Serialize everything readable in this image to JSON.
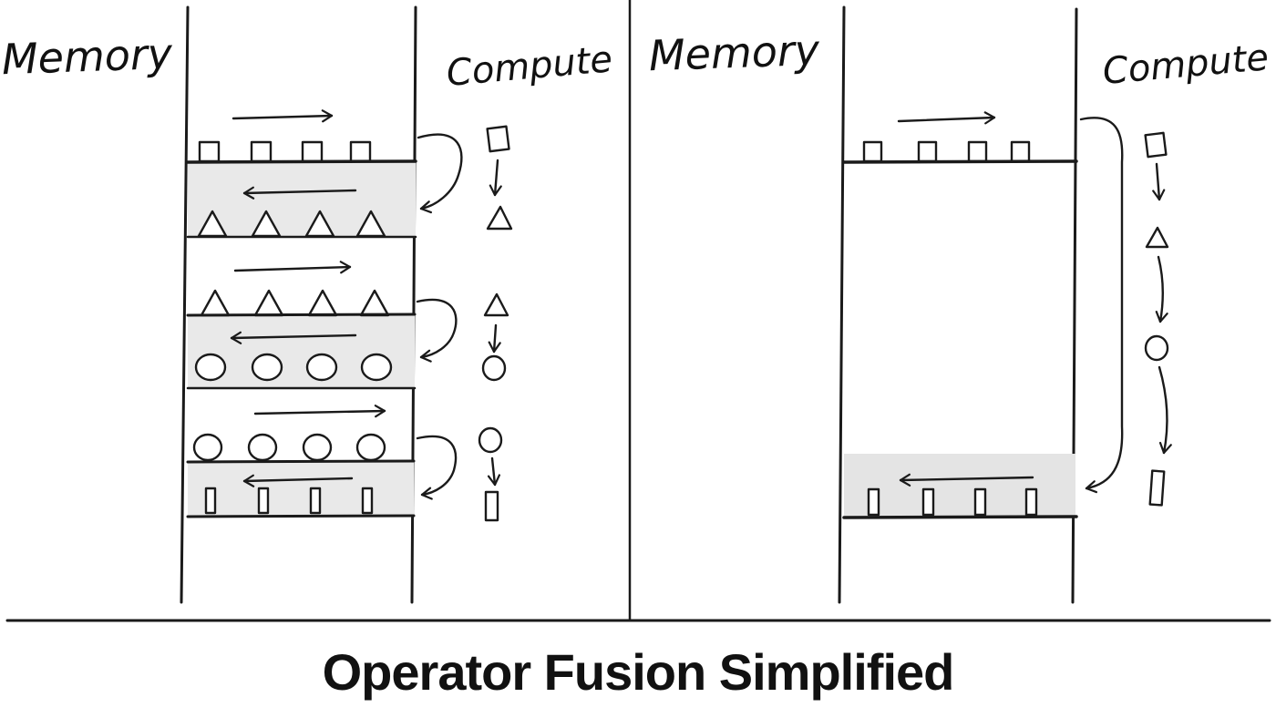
{
  "title": "Operator Fusion Simplified",
  "left_panel": {
    "name": "unfused-operations",
    "memory_label": "Memory",
    "compute_label": "Compute",
    "operations": [
      {
        "read_shape": "square",
        "write_shape": "triangle"
      },
      {
        "read_shape": "triangle",
        "write_shape": "circle"
      },
      {
        "read_shape": "circle",
        "write_shape": "rectangle"
      }
    ]
  },
  "right_panel": {
    "name": "fused-operation",
    "memory_label": "Memory",
    "compute_label": "Compute",
    "read_shape": "square",
    "compute_chain": [
      "square",
      "triangle",
      "circle",
      "rectangle"
    ],
    "write_shape": "rectangle"
  },
  "colors": {
    "ink": "#1a1a1a",
    "band_fill": "#e9e9e9",
    "background": "#ffffff"
  }
}
